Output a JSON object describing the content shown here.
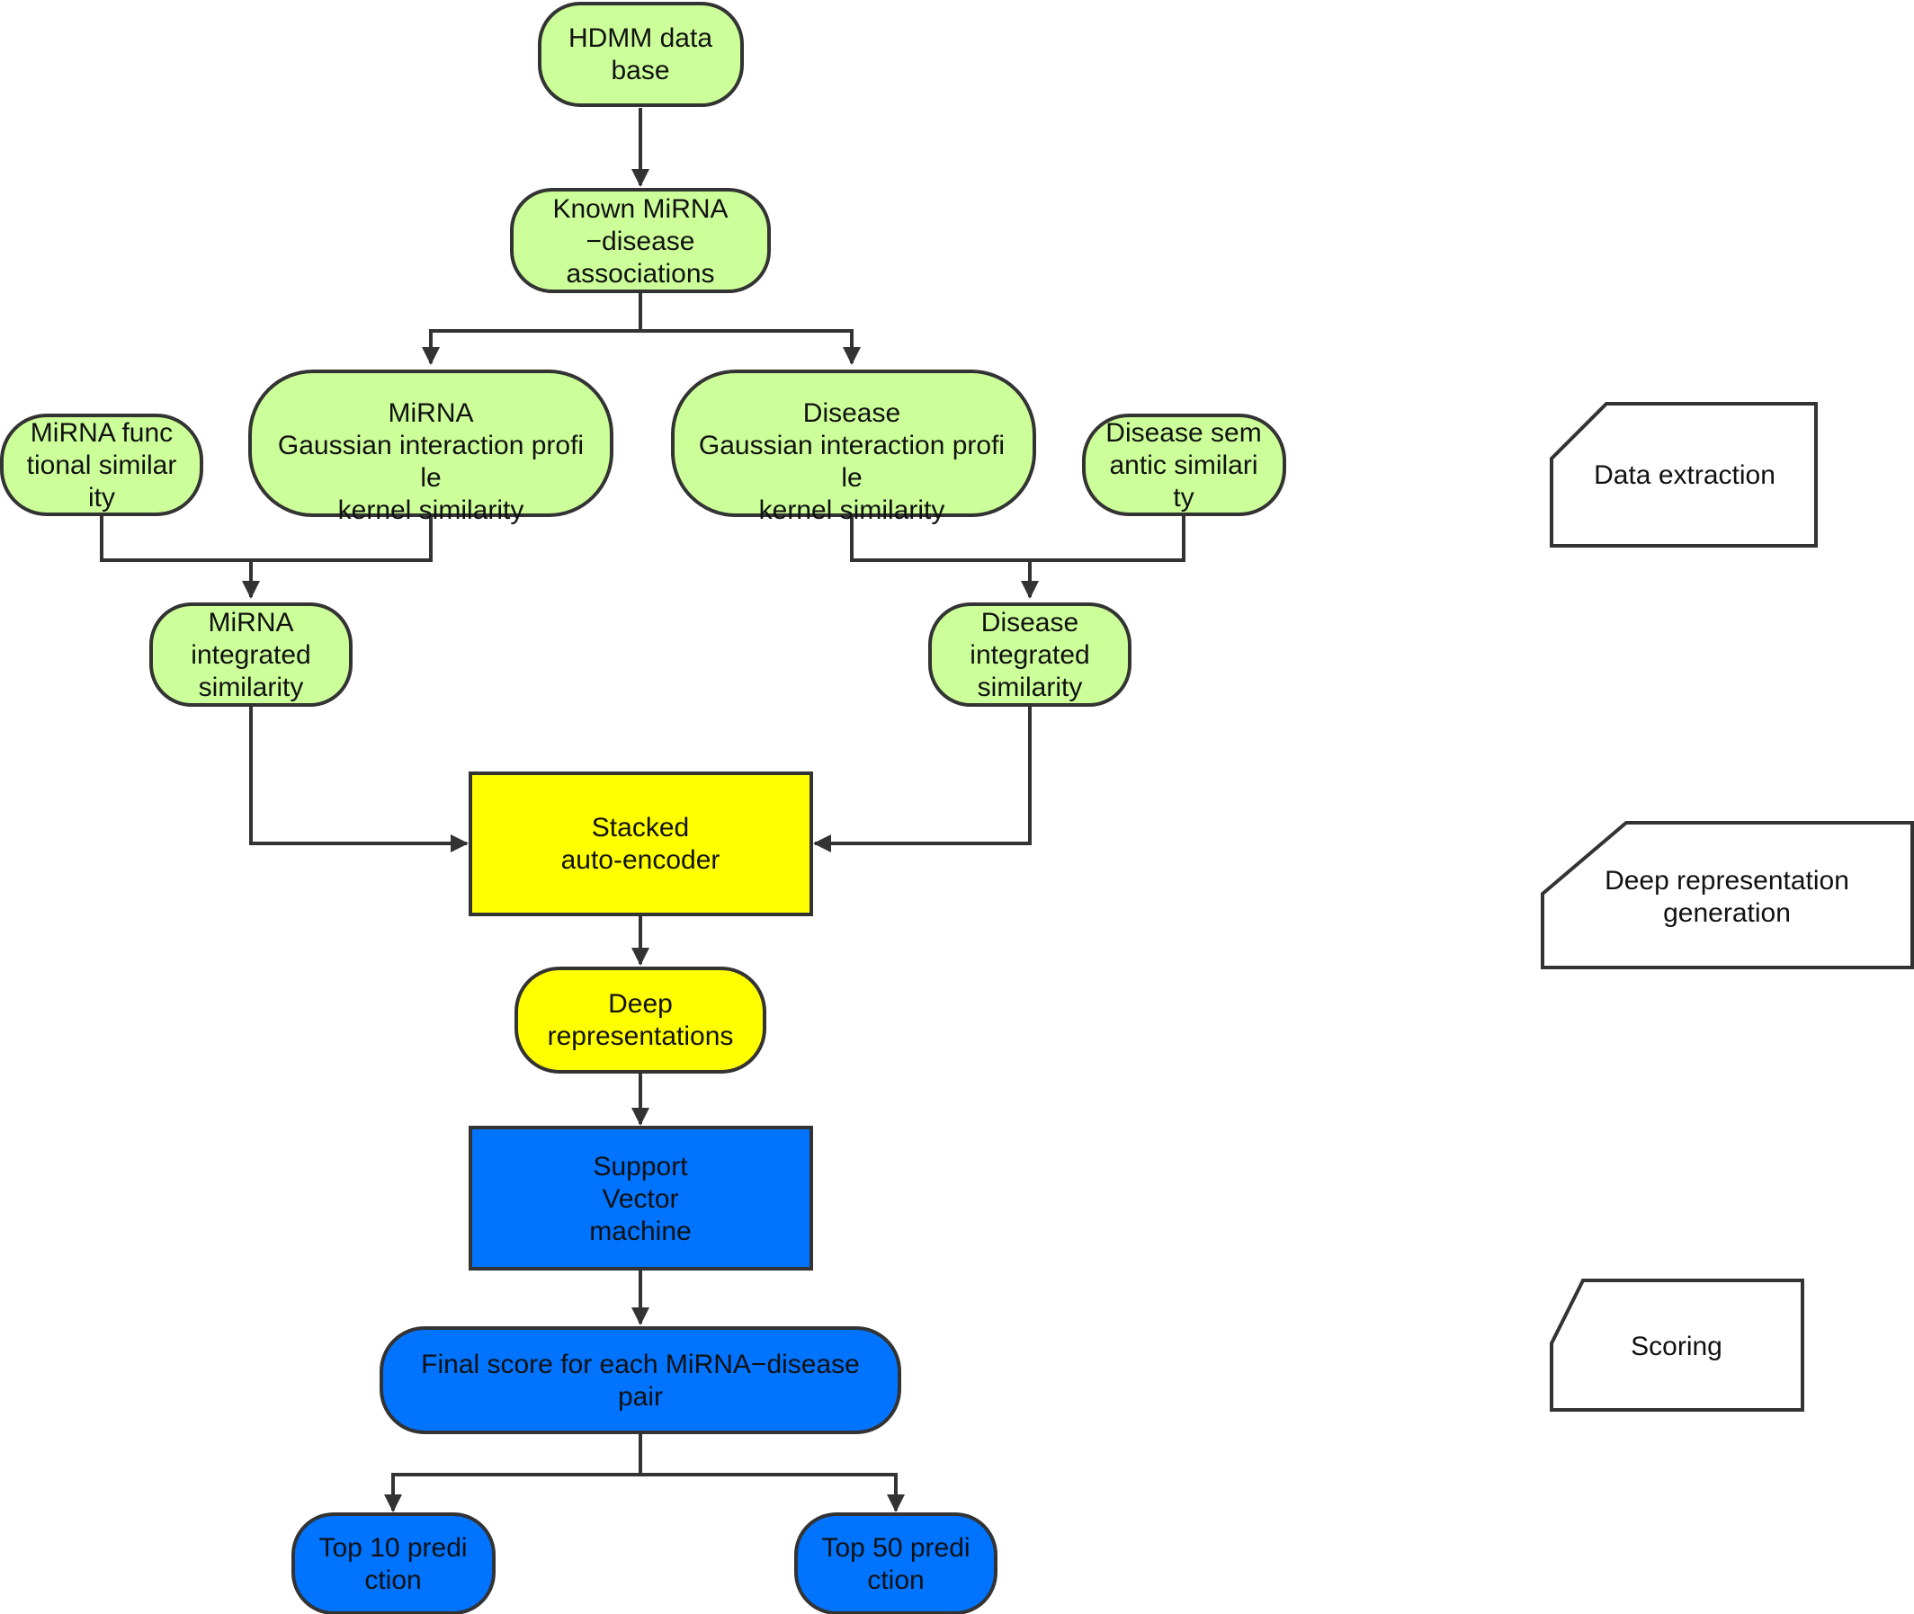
{
  "colors": {
    "green": "#ccff99",
    "yellow": "#ffff00",
    "blue": "#0073ff",
    "white": "#ffffff",
    "stroke": "#333333"
  },
  "nodes": {
    "hdmm": {
      "lines": [
        "HDMM data",
        "base"
      ]
    },
    "known": {
      "lines": [
        "Known MiRNA",
        "−disease",
        "associations"
      ]
    },
    "mirna_gip": {
      "lines": [
        "MiRNA",
        "Gaussian interaction profi",
        "le",
        "kernel similarity"
      ]
    },
    "disease_gip": {
      "lines": [
        "Disease",
        "Gaussian interaction profi",
        "le",
        "kernel similarity"
      ]
    },
    "mirna_func": {
      "lines": [
        "MiRNA func",
        "tional similar",
        "ity"
      ]
    },
    "disease_sem": {
      "lines": [
        "Disease sem",
        "antic similari",
        "ty"
      ]
    },
    "mirna_int": {
      "lines": [
        "MiRNA",
        "integrated",
        "similarity"
      ]
    },
    "disease_int": {
      "lines": [
        "Disease",
        "integrated",
        "similarity"
      ]
    },
    "sae": {
      "lines": [
        "Stacked",
        "auto-encoder"
      ]
    },
    "deep_rep": {
      "lines": [
        "Deep",
        "representations"
      ]
    },
    "svm": {
      "lines": [
        "Support",
        "Vector",
        "machine"
      ]
    },
    "final_score": {
      "lines": [
        "Final score for each MiRNA−disease",
        "pair"
      ]
    },
    "top10": {
      "lines": [
        "Top 10 predi",
        "ction"
      ]
    },
    "top50": {
      "lines": [
        "Top 50 predi",
        "ction"
      ]
    }
  },
  "stages": {
    "data_extraction": {
      "lines": [
        "Data extraction"
      ]
    },
    "deep_rep_gen": {
      "lines": [
        "Deep representation",
        "generation"
      ]
    },
    "scoring": {
      "lines": [
        "Scoring"
      ]
    }
  }
}
